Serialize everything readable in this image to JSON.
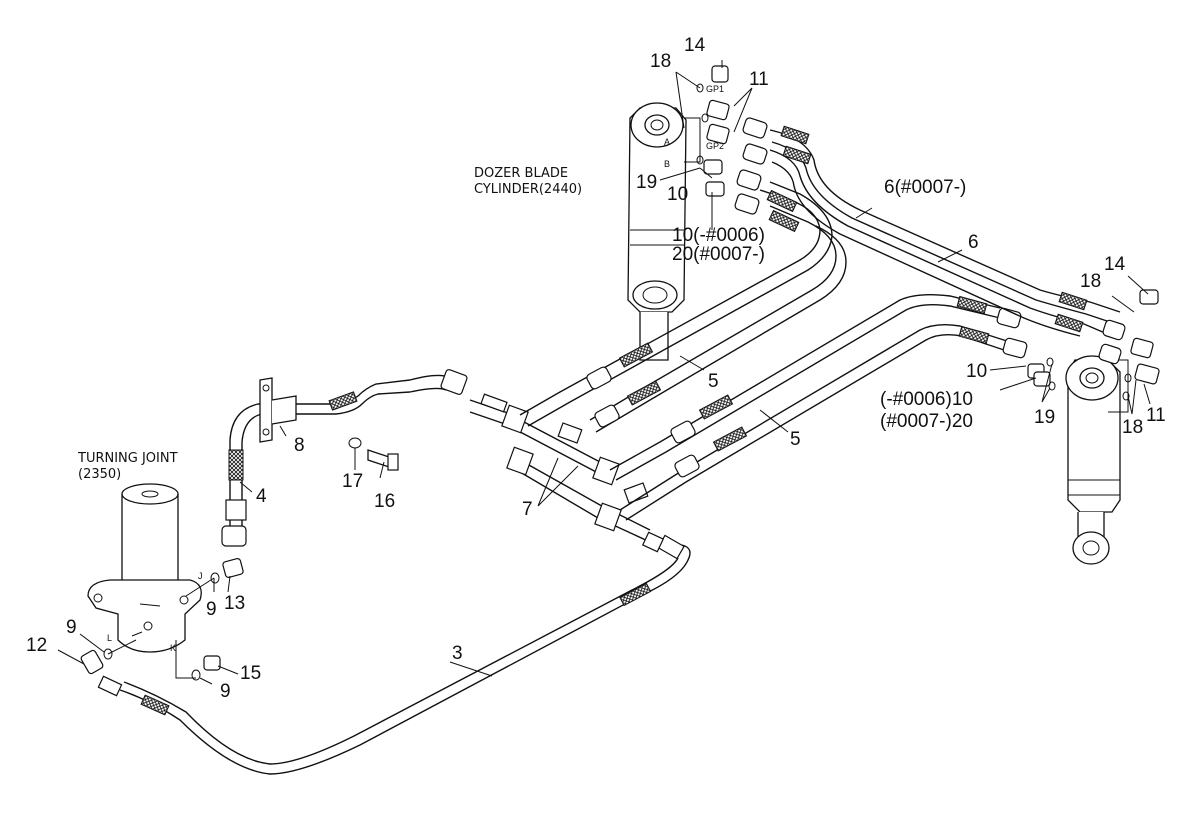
{
  "captions": {
    "dozer": "DOZER BLADE\nCYLINDER(2440)",
    "turning": "TURNING JOINT\n(2350)"
  },
  "part_labels": {
    "p14a": "14",
    "p18a": "18",
    "p11a": "11",
    "p19a": "19",
    "p10a": "10",
    "p10b": "10(-#0006)",
    "p20a": "20(#0007-)",
    "p6a": "6(#0007-)",
    "p6b": "6",
    "p14b": "14",
    "p18b": "18",
    "p10c": "10",
    "p10d": "(-#0006)10",
    "p20b": "(#0007-)20",
    "p19b": "19",
    "p18c": "18",
    "p11b": "11",
    "p5a": "5",
    "p5b": "5",
    "p8": "8",
    "p17": "17",
    "p16": "16",
    "p4": "4",
    "p7": "7",
    "p3": "3",
    "p9a": "9",
    "p13": "13",
    "p9b": "9",
    "p12": "12",
    "p15": "15",
    "p9c": "9"
  },
  "ports": {
    "gp1": "GP1",
    "gp2": "GP2",
    "a": "A",
    "b": "B",
    "j": "J",
    "l": "L",
    "k": "K"
  },
  "icons": [
    "dozer-cylinder-icon",
    "turning-joint-icon",
    "hose-fitting-icon",
    "bracket-icon",
    "bolt-icon"
  ]
}
